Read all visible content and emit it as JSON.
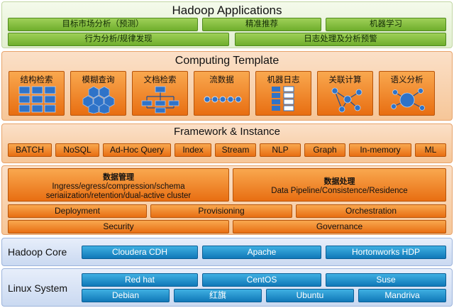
{
  "applications": {
    "title": "Hadoop Applications",
    "row1": [
      "目标市场分析（预测）",
      "精准推荐",
      "机器学习"
    ],
    "row2": [
      "行为分析/规律发现",
      "日志处理及分析预警"
    ]
  },
  "computing_template": {
    "title": "Computing Template",
    "items": [
      {
        "label": "结构检索",
        "icon": "grid-cubes-icon"
      },
      {
        "label": "模糊查询",
        "icon": "hexagon-cluster-icon"
      },
      {
        "label": "文档检索",
        "icon": "tree-hierarchy-icon"
      },
      {
        "label": "流数据",
        "icon": "stream-dots-icon"
      },
      {
        "label": "机器日志",
        "icon": "log-stack-icon"
      },
      {
        "label": "关联计算",
        "icon": "network-graph-icon"
      },
      {
        "label": "语义分析",
        "icon": "semantic-network-icon"
      }
    ]
  },
  "framework": {
    "title": "Framework & Instance",
    "items": [
      "BATCH",
      "NoSQL",
      "Ad-Hoc Query",
      "Index",
      "Stream",
      "NLP",
      "Graph",
      "In-memory",
      "ML"
    ]
  },
  "data_management": {
    "mgmt_title": "数据管理",
    "mgmt_line1": "Ingress/egress/compression/schema",
    "mgmt_line2": "seriaiization/retention/dual-active cluster",
    "proc_title": "数据处理",
    "proc_line1": "Data Pipeline/Consistence/Residence",
    "row1": [
      "Deployment",
      "Provisioning",
      "Orchestration"
    ],
    "row2": [
      "Security",
      "Governance"
    ]
  },
  "hadoop_core": {
    "title": "Hadoop Core",
    "items": [
      "Cloudera CDH",
      "Apache",
      "Hortonworks HDP"
    ]
  },
  "linux": {
    "title": "Linux System",
    "row1": [
      "Red hat",
      "CentOS",
      "Suse"
    ],
    "row2": [
      "Debian",
      "红旗",
      "Ubuntu",
      "Mandriva"
    ]
  },
  "colors": {
    "green": "#7fbf3a",
    "orange": "#f08a2c",
    "blue": "#1a8ccc",
    "icon_blue": "#2f73c8"
  }
}
